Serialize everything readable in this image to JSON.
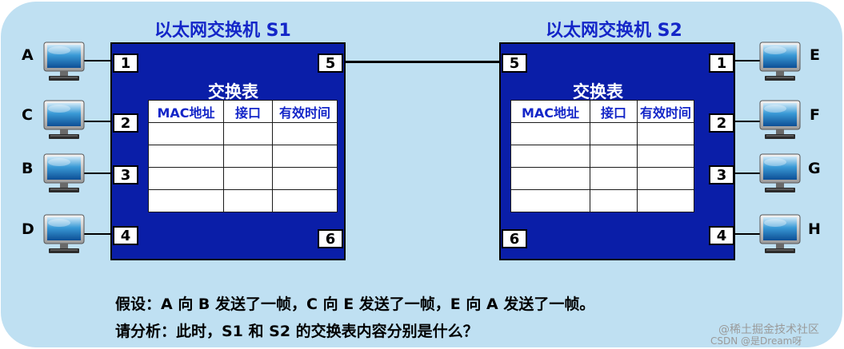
{
  "switches": [
    {
      "title": "以太网交换机 S1",
      "table_title": "交换表",
      "columns": [
        "MAC地址",
        "接口",
        "有效时间"
      ],
      "ports": [
        "1",
        "2",
        "3",
        "4",
        "5",
        "6"
      ]
    },
    {
      "title": "以太网交换机 S2",
      "table_title": "交换表",
      "columns": [
        "MAC地址",
        "接口",
        "有效时间"
      ],
      "ports": [
        "1",
        "2",
        "3",
        "4",
        "5",
        "6"
      ]
    }
  ],
  "hosts_left": [
    "A",
    "C",
    "B",
    "D"
  ],
  "hosts_right": [
    "E",
    "F",
    "G",
    "H"
  ],
  "question": {
    "line1": "假设：A 向 B 发送了一帧，C 向 E 发送了一帧，E 向 A 发送了一帧。",
    "line2": "请分析：此时，S1 和 S2 的交换表内容分别是什么？"
  },
  "watermark": {
    "site": "@稀土掘金技术社区",
    "author": "CSDN @是Dream呀"
  },
  "colors": {
    "panel": "#bfe0f2",
    "switch_body": "#0a1ea8",
    "title_text": "#1426c8",
    "header_text": "#1426c8"
  },
  "icons": {
    "host": "computer-monitor-icon"
  }
}
